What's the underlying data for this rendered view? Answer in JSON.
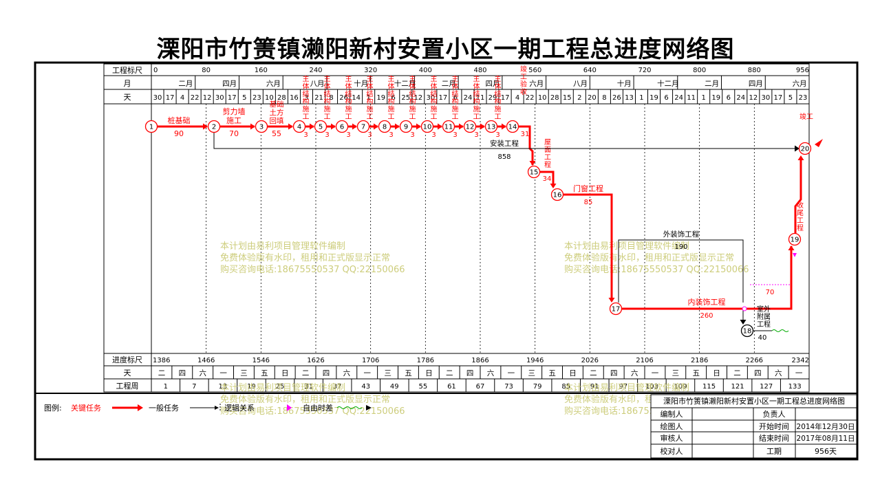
{
  "title": "溧阳市竹箦镇濑阳新村安置小区一期工程总进度网络图",
  "header": {
    "row_scale": "工程标尺",
    "row_month": "月",
    "row_day": "天",
    "row_progress": "进度标尺",
    "row_day2": "天",
    "row_week": "工程周",
    "scale_ticks": [
      "0",
      "80",
      "160",
      "240",
      "320",
      "400",
      "480",
      "560",
      "640",
      "720",
      "800",
      "880",
      "956"
    ],
    "months": [
      "二月",
      "四月",
      "六月",
      "八月",
      "十月",
      "十二月",
      "二月",
      "四月",
      "六月",
      "八月",
      "十月",
      "十二月",
      "二月",
      "四月",
      "六月"
    ],
    "days": [
      "30",
      "17",
      "4",
      "22",
      "12",
      "30",
      "17",
      "5",
      "23",
      "10",
      "28",
      "16",
      "3",
      "21",
      "8",
      "26",
      "14",
      "1",
      "19",
      "6",
      "25",
      "12",
      "30",
      "17",
      "6",
      "24",
      "11",
      "29",
      "17",
      "4",
      "22",
      "10",
      "28",
      "15",
      "2",
      "20",
      "8",
      "26",
      "13",
      "1",
      "19",
      "6",
      "24",
      "11",
      "1",
      "19",
      "6",
      "24",
      "12",
      "30",
      "17",
      "5",
      "23"
    ],
    "progress_ticks": [
      "1386",
      "1466",
      "1546",
      "1626",
      "1706",
      "1786",
      "1866",
      "1946",
      "2026",
      "2106",
      "2186",
      "2266",
      "2342"
    ],
    "weekdays": [
      "二",
      "四",
      "六",
      "一",
      "三",
      "五",
      "日",
      "二",
      "四",
      "六",
      "一",
      "三",
      "五",
      "日",
      "二",
      "四",
      "六",
      "一",
      "三",
      "五",
      "日",
      "二",
      "四",
      "六",
      "一",
      "三",
      "五",
      "日",
      "二",
      "四",
      "六",
      "一"
    ],
    "weeks": [
      "1",
      "7",
      "13",
      "19",
      "25",
      "31",
      "37",
      "43",
      "49",
      "55",
      "61",
      "67",
      "73",
      "79",
      "85",
      "91",
      "97",
      "103",
      "109",
      "115",
      "121",
      "127",
      "133"
    ]
  },
  "nodes": [
    "1",
    "2",
    "3",
    "4",
    "5",
    "6",
    "7",
    "8",
    "9",
    "10",
    "11",
    "12",
    "13",
    "14",
    "15",
    "16",
    "17",
    "18",
    "19",
    "20"
  ],
  "tasks": [
    {
      "name": "桩基础",
      "dur": "90"
    },
    {
      "name": "剪力墙施工",
      "dur": "70"
    },
    {
      "name": "基础土方回填",
      "dur": "55"
    },
    {
      "name": "主体结构施工",
      "dur": "3"
    },
    {
      "name": "安装工程",
      "dur": "858"
    },
    {
      "name": "屋面工程",
      "dur": "34"
    },
    {
      "name": "门窗工程",
      "dur": "85"
    },
    {
      "name": "外装饰工程",
      "dur": "190"
    },
    {
      "name": "内装饰工程",
      "dur": "260"
    },
    {
      "name": "室外附属工程",
      "dur": "40"
    },
    {
      "name": "收尾工程",
      "dur": "70"
    },
    {
      "name": "竣工验收",
      "dur": "31"
    }
  ],
  "watermark": {
    "line1": "本计划由易利项目管理软件编制",
    "line2": "免费体验版有水印，租用和正式版显示正常",
    "line3": "购买咨询电话:18675550537 QQ:22150066"
  },
  "legend": {
    "label": "图例:",
    "critical": "关键任务",
    "normal": "一般任务",
    "logic": "逻辑关系",
    "free": "自由时差"
  },
  "info": {
    "title": "溧阳市竹箦镇濑阳新村安置小区一期工程总进度网络图",
    "editor": "编制人",
    "owner": "负责人",
    "drawer": "绘图人",
    "start_label": "开始时间",
    "start": "2014年12月30日",
    "reviewer": "审核人",
    "end_label": "结束时间",
    "end": "2017年08月11日",
    "checker": "校对人",
    "period_label": "工期",
    "period": "956天"
  },
  "colors": {
    "critical": "#ff0000",
    "normal": "#000000",
    "watermark": "#c8c86e",
    "free": "#ff00ff",
    "float": "#00aa00"
  }
}
